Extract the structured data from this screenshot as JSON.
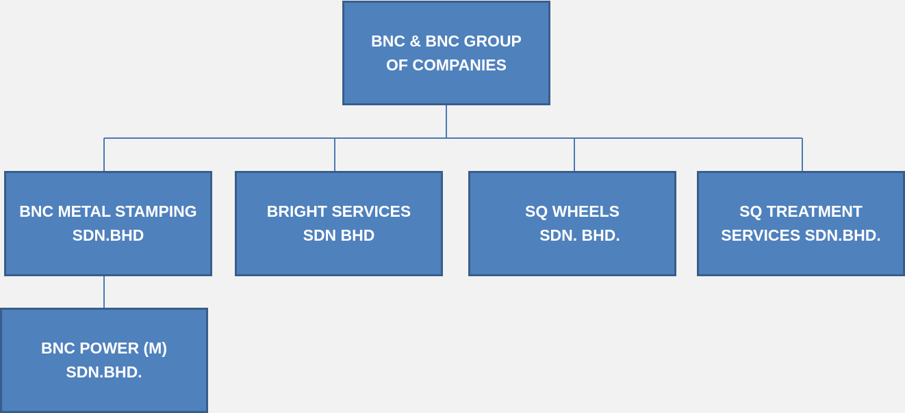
{
  "org_chart": {
    "root": {
      "line1": "BNC & BNC GROUP",
      "line2": "OF COMPANIES"
    },
    "subsidiaries": [
      {
        "line1": "BNC METAL STAMPING",
        "line2": "SDN.BHD"
      },
      {
        "line1": "BRIGHT SERVICES",
        "line2": "SDN BHD"
      },
      {
        "line1": "SQ WHEELS",
        "line2": "SDN. BHD."
      },
      {
        "line1": "SQ TREATMENT",
        "line2": "SERVICES SDN.BHD."
      }
    ],
    "sub_subsidiary": {
      "line1": "BNC POWER (M)",
      "line2": "SDN.BHD."
    }
  },
  "colors": {
    "box_fill": "#4f81bd",
    "box_border": "#385d8a",
    "text": "#ffffff",
    "connector": "#4a7ab3",
    "background": "#f2f2f2"
  }
}
